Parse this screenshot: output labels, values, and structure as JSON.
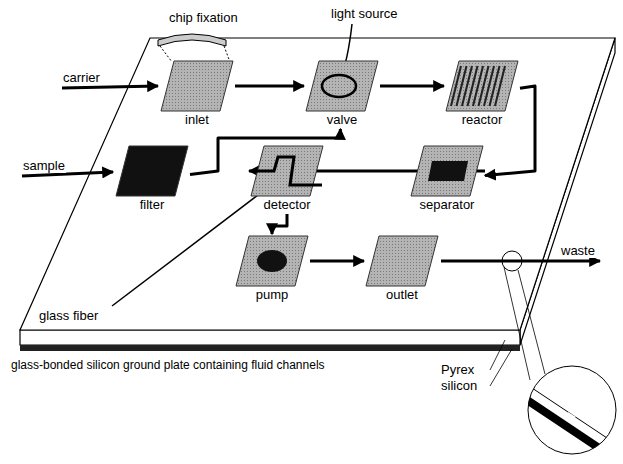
{
  "diagram": {
    "nodes": [
      {
        "text": [
          "inlet"
        ]
      },
      {
        "text": [
          "valve"
        ]
      },
      {
        "text": [
          "reactor"
        ]
      },
      {
        "text": [
          "filter"
        ]
      },
      {
        "text": [
          "detector"
        ]
      },
      {
        "text": [
          "separator"
        ]
      },
      {
        "text": [
          "pump"
        ]
      },
      {
        "text": [
          "outlet"
        ]
      }
    ],
    "edges": [
      {
        "from": 0,
        "to": 1,
        "arrow": "to"
      },
      {
        "from": 1,
        "to": 2,
        "arrow": "to"
      },
      {
        "from": 2,
        "to": 5,
        "arrow": "to"
      },
      {
        "from": 5,
        "to": 4,
        "arrow": "to"
      },
      {
        "from": 3,
        "to": 1,
        "arrow": "to"
      },
      {
        "from": 4,
        "to": 6,
        "arrow": "to"
      },
      {
        "from": 6,
        "to": 7,
        "arrow": "to"
      }
    ],
    "labels": [
      "chip fixation",
      "light source",
      "carrier",
      "sample",
      "glass fiber",
      "waste",
      "glass-bonded silicon ground plate containing fluid channels",
      "Pyrex",
      "silicon"
    ]
  }
}
